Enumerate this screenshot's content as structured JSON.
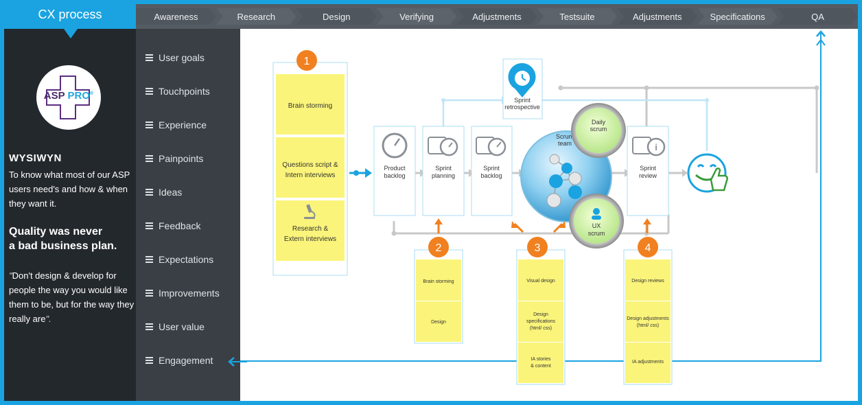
{
  "brand": {
    "title": "CX process"
  },
  "logo": {
    "text_asp": "ASP",
    "text_pro": "PRO",
    "reg": "®"
  },
  "intro": {
    "heading": "WYSIWYN",
    "body": "To know what most of our ASP users need's and how & when they want it.",
    "quality_line1": "Quality was never",
    "quality_line2": "a bad business plan.",
    "quote_open": "\"",
    "quote_body": "Don't design & develop for people the way you would like them to be, but for the way they really are",
    "quote_close": "\"."
  },
  "steps": [
    "Awareness",
    "Research",
    "Design",
    "Verifying",
    "Adjustments",
    "Testsuite",
    "Adjustments",
    "Specifications",
    "QA"
  ],
  "menu": [
    "User goals",
    "Touchpoints",
    "Experience",
    "Painpoints",
    "Ideas",
    "Feedback",
    "Expectations",
    "Improvements",
    "User value",
    "Engagement"
  ],
  "colors": {
    "accent": "#1aa3e0",
    "orange": "#f08020",
    "sticky": "#faf47a",
    "panel": "#23282d",
    "menu": "#3a3f45",
    "topbar": "#555b62"
  },
  "diagram": {
    "badges": [
      "1",
      "2",
      "3",
      "4"
    ],
    "group1": [
      "Brain storming",
      "Questions script &",
      "Intern interviews",
      "Research &",
      "Extern interviews"
    ],
    "group2": [
      "Brain storming",
      "Design"
    ],
    "group3": [
      "Visual design",
      "Design",
      "specifications",
      "(html/ css)",
      "IA stories",
      "& content"
    ],
    "group4": [
      "Design reviews",
      "Design adjustments",
      "(html/ css)",
      "IA adjustments"
    ],
    "boxes": {
      "product_backlog": [
        "Product",
        "backlog"
      ],
      "sprint_planning": [
        "Sprint",
        "planning"
      ],
      "sprint_backlog": [
        "Sprint",
        "backlog"
      ],
      "sprint_review": [
        "Sprint",
        "review"
      ],
      "retrospective": [
        "Sprint",
        "retrospective"
      ]
    },
    "scrum": {
      "team": [
        "Scrum",
        "team"
      ],
      "daily": [
        "Daily",
        "scrum"
      ],
      "ux": [
        "UX",
        "scrum"
      ]
    }
  }
}
